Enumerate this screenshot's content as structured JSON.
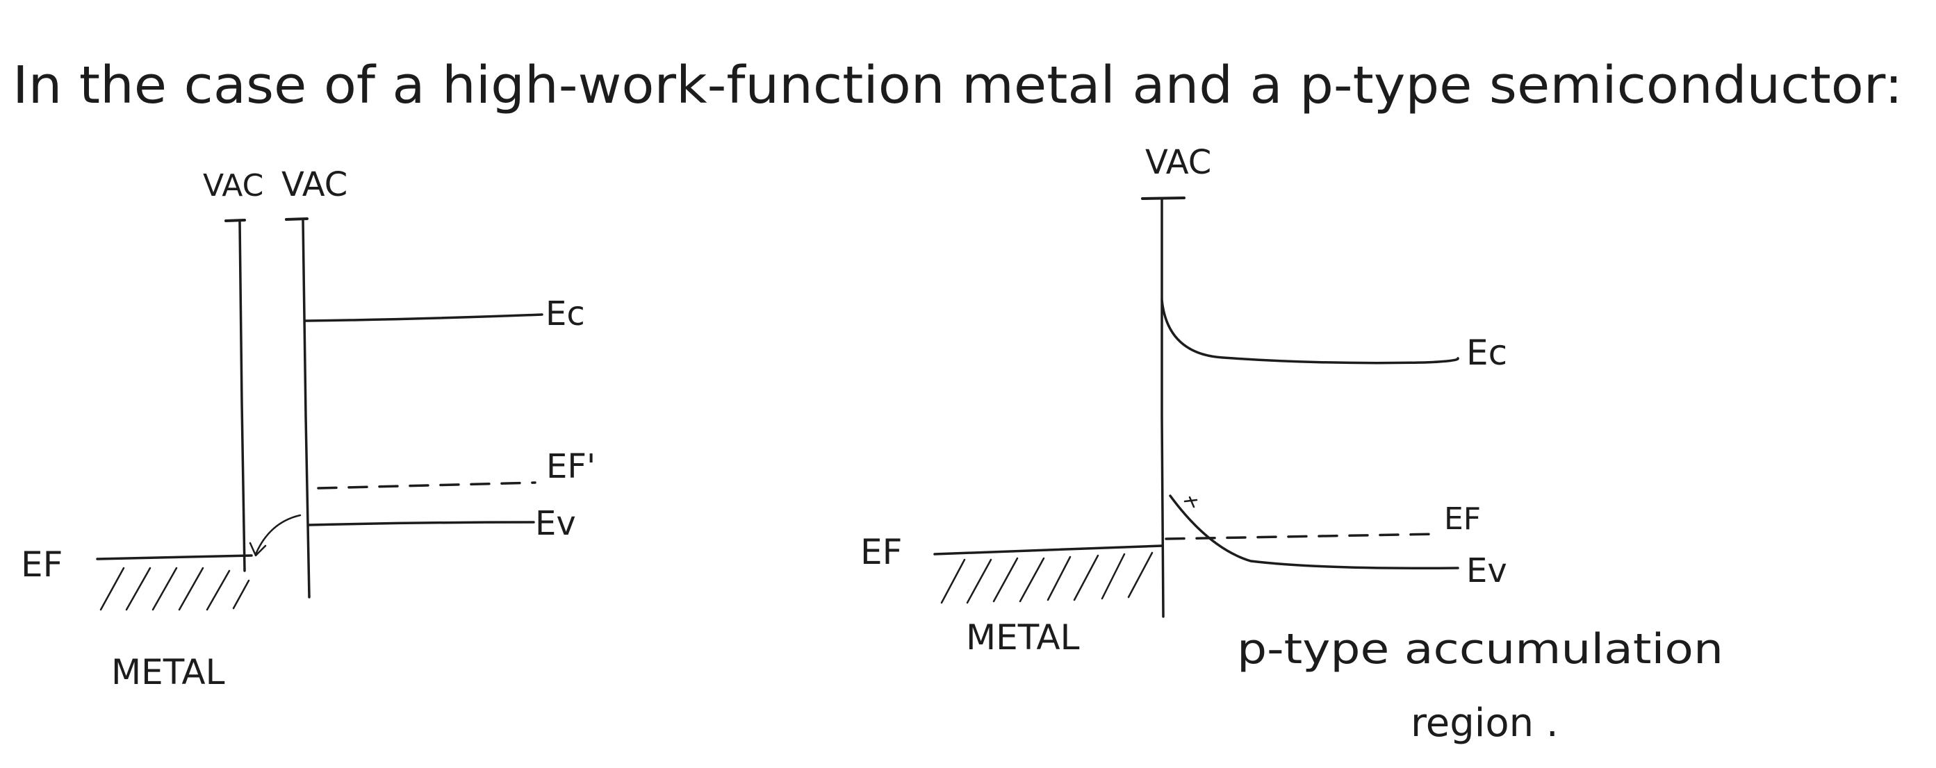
{
  "heading": "In the case of a high-work-function metal and a p-type semiconductor:",
  "left_diagram": {
    "vac_metal": "VAC",
    "vac_semiconductor": "VAC",
    "ec": "Ec",
    "ef_prime": "EF'",
    "ev": "Ev",
    "ef": "EF",
    "metal": "METAL"
  },
  "right_diagram": {
    "vac": "VAC",
    "ec": "Ec",
    "ef_semiconductor": "EF",
    "ev": "Ev",
    "ef_metal": "EF",
    "metal": "METAL",
    "caption_line1": "p-type accumulation",
    "caption_line2": "region ."
  }
}
